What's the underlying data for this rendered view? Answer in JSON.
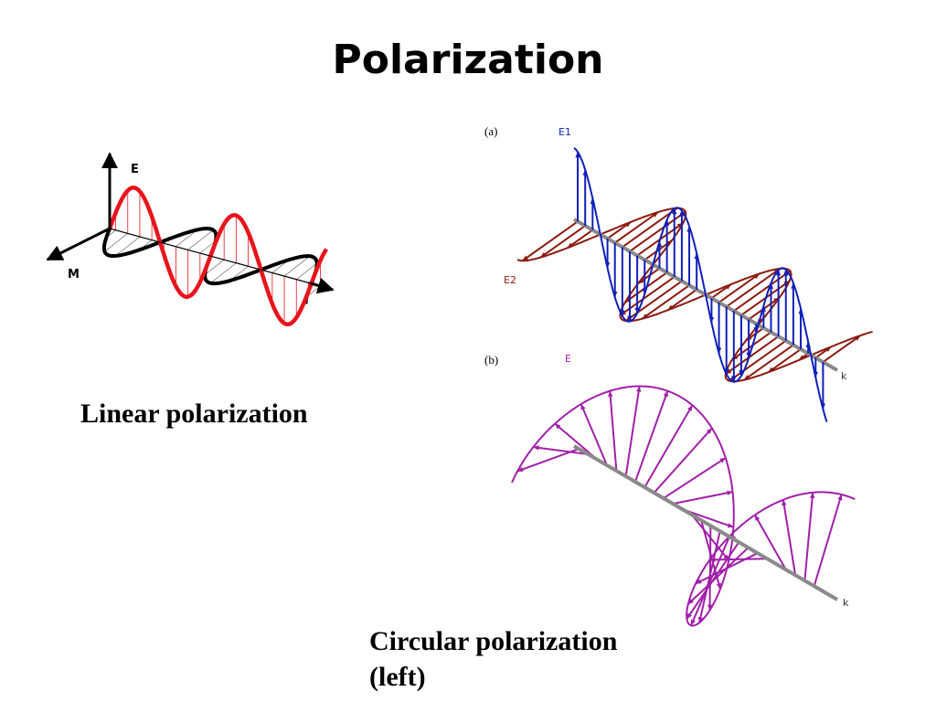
{
  "title": "Polarization",
  "linear": {
    "caption": "Linear polarization",
    "label_e": "E",
    "label_m": "M",
    "colors": {
      "electric": "#e8141c",
      "magnetic": "#000000"
    }
  },
  "panel_a": {
    "tag": "(a)",
    "label_e1": "E1",
    "label_e2": "E2",
    "label_k": "k",
    "colors": {
      "e1": "#1020b8",
      "e2": "#8c1a10",
      "axis": "#8a8a8a"
    }
  },
  "panel_b": {
    "tag": "(b)",
    "label_e": "E",
    "label_k": "k",
    "colors": {
      "e": "#a020a8",
      "axis": "#8a8a8a"
    }
  },
  "circular": {
    "caption_line1": "Circular polarization",
    "caption_line2": "(left)"
  }
}
